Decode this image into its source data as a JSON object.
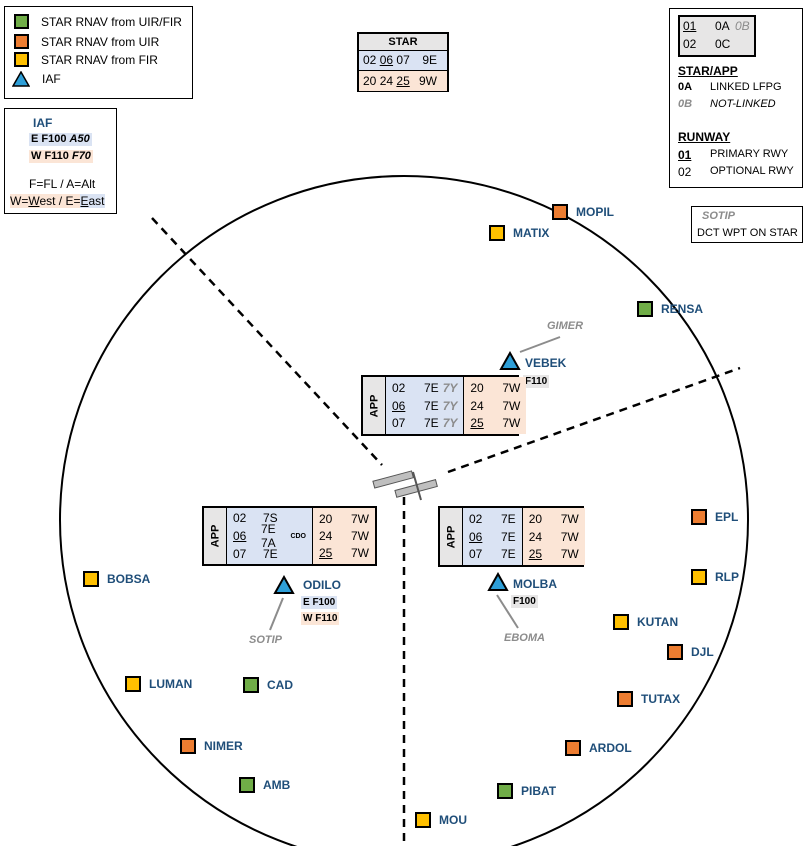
{
  "legend": {
    "items": [
      {
        "label": "STAR RNAV from UIR/FIR",
        "color": "#70ad47"
      },
      {
        "label": "STAR RNAV from UIR",
        "color": "#ed7d31"
      },
      {
        "label": "STAR RNAV from FIR",
        "color": "#ffc000"
      },
      {
        "label": "IAF",
        "color": "#2e9fd8"
      }
    ]
  },
  "iaf_box": {
    "title": "IAF",
    "east_prefix": "E F100",
    "east_alt": "A50",
    "west_prefix": "W F110",
    "west_alt": "F70",
    "note1": "F=FL / A=Alt",
    "note2_w": "W=",
    "note2_w_u": "W",
    "note2_w_rest": "est / E=",
    "note2_e_u": "E",
    "note2_e_rest": "ast"
  },
  "star_box": {
    "title": "STAR",
    "row1": {
      "r1": "02",
      "r2": "06",
      "r3": "07",
      "val": "9E"
    },
    "row2": {
      "r1": "20",
      "r2": "24",
      "r3": "25",
      "val": "9W"
    }
  },
  "key_box": {
    "row1": {
      "rwy": "01",
      "a": "0A",
      "b": "0B"
    },
    "row2": {
      "rwy": "02",
      "a": "0C"
    },
    "starapp_title": "STAR/APP",
    "linked_code": "0A",
    "linked_text": "LINKED LFPG",
    "notlinked_code": "0B",
    "notlinked_text": "NOT-LINKED",
    "runway_title": "RUNWAY",
    "primary_code": "01",
    "primary_text": "PRIMARY RWY",
    "optional_code": "02",
    "optional_text": "OPTIONAL RWY"
  },
  "dct_box": {
    "wpt": "SOTIP",
    "text": "DCT WPT ON STAR"
  },
  "waypoints": [
    {
      "name": "MOPIL",
      "color": "orange"
    },
    {
      "name": "MATIX",
      "color": "yellow"
    },
    {
      "name": "RENSA",
      "color": "green"
    },
    {
      "name": "EPL",
      "color": "orange"
    },
    {
      "name": "RLP",
      "color": "yellow"
    },
    {
      "name": "KUTAN",
      "color": "yellow"
    },
    {
      "name": "DJL",
      "color": "orange"
    },
    {
      "name": "TUTAX",
      "color": "orange"
    },
    {
      "name": "ARDOL",
      "color": "orange"
    },
    {
      "name": "PIBAT",
      "color": "green"
    },
    {
      "name": "MOU",
      "color": "yellow"
    },
    {
      "name": "BOBSA",
      "color": "yellow"
    },
    {
      "name": "LUMAN",
      "color": "yellow"
    },
    {
      "name": "CAD",
      "color": "green"
    },
    {
      "name": "NIMER",
      "color": "orange"
    },
    {
      "name": "AMB",
      "color": "green"
    }
  ],
  "iafs": {
    "vebek": {
      "name": "VEBEK",
      "alt": "F110",
      "dct": "GIMER"
    },
    "odilo": {
      "name": "ODILO",
      "alt_e": "E F100",
      "alt_w": "W F110",
      "dct": "SOTIP"
    },
    "molba": {
      "name": "MOLBA",
      "alt": "F100",
      "dct": "EBOMA"
    }
  },
  "app_north": {
    "tag": "APP",
    "east": [
      {
        "rwy": "02",
        "val": "7E",
        "extra": "7Y"
      },
      {
        "rwy": "06",
        "val": "7E",
        "extra": "7Y"
      },
      {
        "rwy": "07",
        "val": "7E",
        "extra": "7Y"
      }
    ],
    "west": [
      {
        "rwy": "20",
        "val": "7W"
      },
      {
        "rwy": "24",
        "val": "7W"
      },
      {
        "rwy": "25",
        "val": "7W"
      }
    ]
  },
  "app_west": {
    "tag": "APP",
    "east": [
      {
        "rwy": "02",
        "val": "7S",
        "extra": ""
      },
      {
        "rwy": "06",
        "val": "7E 7A",
        "extra": "CDO"
      },
      {
        "rwy": "07",
        "val": "7E",
        "extra": ""
      }
    ],
    "west": [
      {
        "rwy": "20",
        "val": "7W"
      },
      {
        "rwy": "24",
        "val": "7W"
      },
      {
        "rwy": "25",
        "val": "7W"
      }
    ]
  },
  "app_east": {
    "tag": "APP",
    "east": [
      {
        "rwy": "02",
        "val": "7E"
      },
      {
        "rwy": "06",
        "val": "7E"
      },
      {
        "rwy": "07",
        "val": "7E"
      }
    ],
    "west": [
      {
        "rwy": "20",
        "val": "7W"
      },
      {
        "rwy": "24",
        "val": "7W"
      },
      {
        "rwy": "25",
        "val": "7W"
      }
    ]
  }
}
